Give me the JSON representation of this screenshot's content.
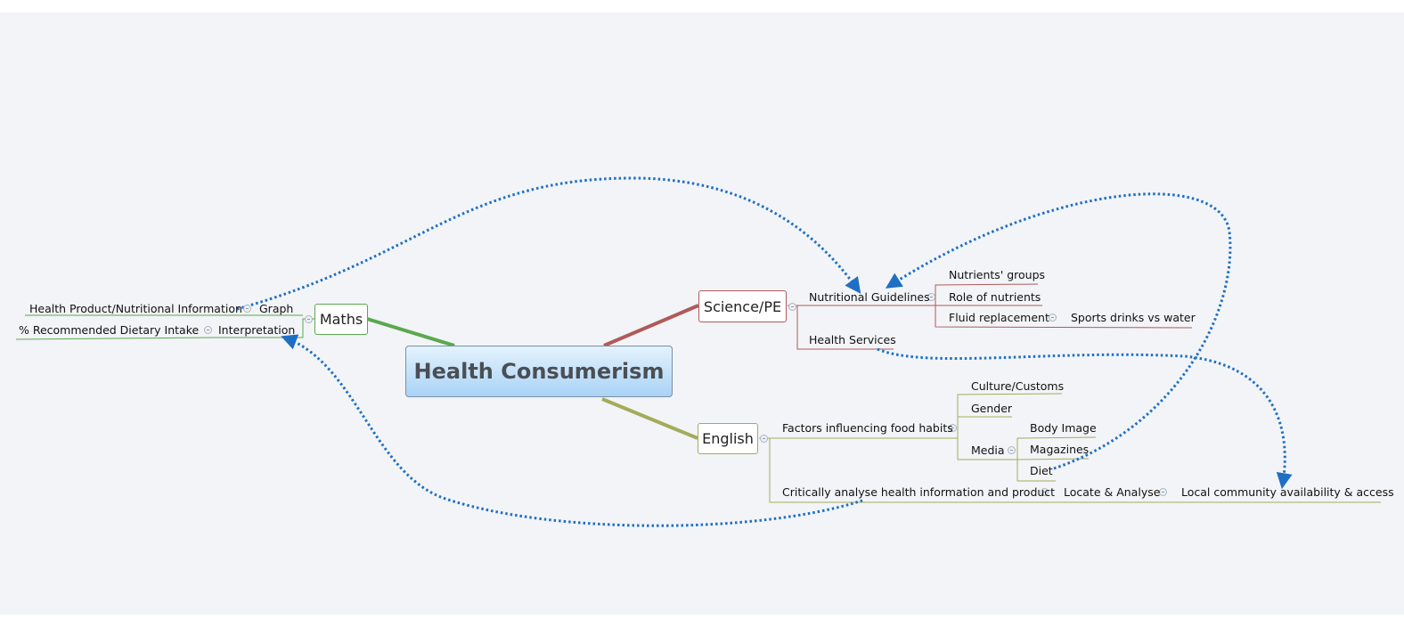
{
  "central": "Health Consumerism",
  "branches": {
    "maths": "Maths",
    "science": "Science/PE",
    "english": "English"
  },
  "maths": {
    "graph": "Graph",
    "interpretation": "Interpretation",
    "health_product": "Health Product/Nutritional Information",
    "rdi": "% Recommended Dietary Intake"
  },
  "science": {
    "nutritional_guidelines": "Nutritional Guidelines",
    "health_services": "Health Services",
    "nutrients_groups": "Nutrients' groups",
    "role_of_nutrients": "Role of nutrients",
    "fluid_replacement": "Fluid replacement",
    "sports_drinks": "Sports drinks vs water"
  },
  "english": {
    "factors": "Factors influencing food habits",
    "critically": "Critically analyse health information and product",
    "culture": "Culture/Customs",
    "gender": "Gender",
    "media": "Media",
    "body_image": "Body Image",
    "magazines": "Magazines",
    "diet": "Diet",
    "locate": "Locate & Analyse",
    "local": "Local community availability & access"
  },
  "colors": {
    "maths": "#5aa84f",
    "science": "#b05a5a",
    "english": "#a4ab5a",
    "relationship": "#1f6fc4"
  }
}
